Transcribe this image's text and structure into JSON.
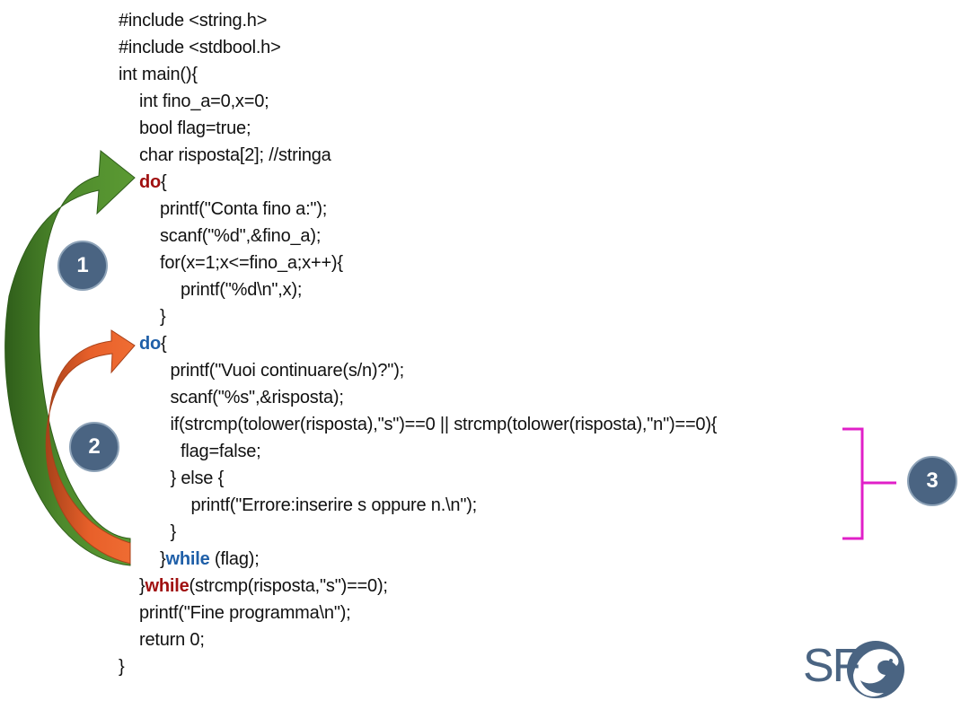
{
  "code": {
    "lines": [
      {
        "indent": 0,
        "parts": [
          {
            "text": "#include <string.h>"
          }
        ]
      },
      {
        "indent": 0,
        "parts": [
          {
            "text": "#include <stdbool.h>"
          }
        ]
      },
      {
        "indent": 0,
        "parts": [
          {
            "text": "int main(){"
          }
        ]
      },
      {
        "indent": 1,
        "parts": [
          {
            "text": "int fino_a=0,x=0;"
          }
        ]
      },
      {
        "indent": 1,
        "parts": [
          {
            "text": "bool flag=true;"
          }
        ]
      },
      {
        "indent": 1,
        "parts": [
          {
            "text": "char risposta[2]; //stringa"
          }
        ]
      },
      {
        "indent": 1,
        "parts": [
          {
            "text": "do",
            "color": "#a01010",
            "bold": true
          },
          {
            "text": "{"
          }
        ]
      },
      {
        "indent": 2,
        "parts": [
          {
            "text": "printf(\"Conta fino a:\");"
          }
        ]
      },
      {
        "indent": 2,
        "parts": [
          {
            "text": "scanf(\"%d\",&fino_a);"
          }
        ]
      },
      {
        "indent": 2,
        "parts": [
          {
            "text": "for(x=1;x<=fino_a;x++){"
          }
        ]
      },
      {
        "indent": 3,
        "parts": [
          {
            "text": "printf(\"%d\\n\",x);"
          }
        ]
      },
      {
        "indent": 2,
        "parts": [
          {
            "text": "}"
          }
        ]
      },
      {
        "indent": 1,
        "parts": [
          {
            "text": "do",
            "color": "#1f5fa8",
            "bold": true
          },
          {
            "text": "{"
          }
        ]
      },
      {
        "indent": 2.5,
        "parts": [
          {
            "text": "printf(\"Vuoi continuare(s/n)?\");"
          }
        ]
      },
      {
        "indent": 2.5,
        "parts": [
          {
            "text": "scanf(\"%s\",&risposta);"
          }
        ]
      },
      {
        "indent": 2.5,
        "parts": [
          {
            "text": "if(strcmp(tolower(risposta),\"s\")==0 || strcmp(tolower(risposta),\"n\")==0){"
          }
        ]
      },
      {
        "indent": 3,
        "parts": [
          {
            "text": "flag=false;"
          }
        ]
      },
      {
        "indent": 2.5,
        "parts": [
          {
            "text": "} else {"
          }
        ]
      },
      {
        "indent": 3.5,
        "parts": [
          {
            "text": "printf(\"Errore:inserire s oppure n.\\n\");"
          }
        ]
      },
      {
        "indent": 2.5,
        "parts": [
          {
            "text": "}"
          }
        ]
      },
      {
        "indent": 2,
        "parts": [
          {
            "text": "}"
          },
          {
            "text": "while",
            "color": "#1f5fa8",
            "bold": true
          },
          {
            "text": " (flag);"
          }
        ]
      },
      {
        "indent": 1,
        "parts": [
          {
            "text": "}"
          },
          {
            "text": "while",
            "color": "#a01010",
            "bold": true
          },
          {
            "text": "(strcmp(risposta,\"s\")==0);"
          }
        ]
      },
      {
        "indent": 1,
        "parts": [
          {
            "text": "printf(\"Fine programma\\n\");"
          }
        ]
      },
      {
        "indent": 1,
        "parts": [
          {
            "text": "return 0;"
          }
        ]
      },
      {
        "indent": 0,
        "parts": [
          {
            "text": "}"
          }
        ]
      }
    ]
  },
  "badges": [
    {
      "label": "1"
    },
    {
      "label": "2"
    },
    {
      "label": "3"
    }
  ],
  "arrows": {
    "outer_loop_color": "#4e8a2c",
    "outer_loop_dark": "#2f5e1a",
    "inner_loop_color": "#e8602a",
    "inner_loop_dark": "#a8421a",
    "bracket_color": "#e020c8"
  },
  "logo": {
    "text": "SF",
    "color": "#4a6482",
    "icon": "wave-fish-icon"
  }
}
